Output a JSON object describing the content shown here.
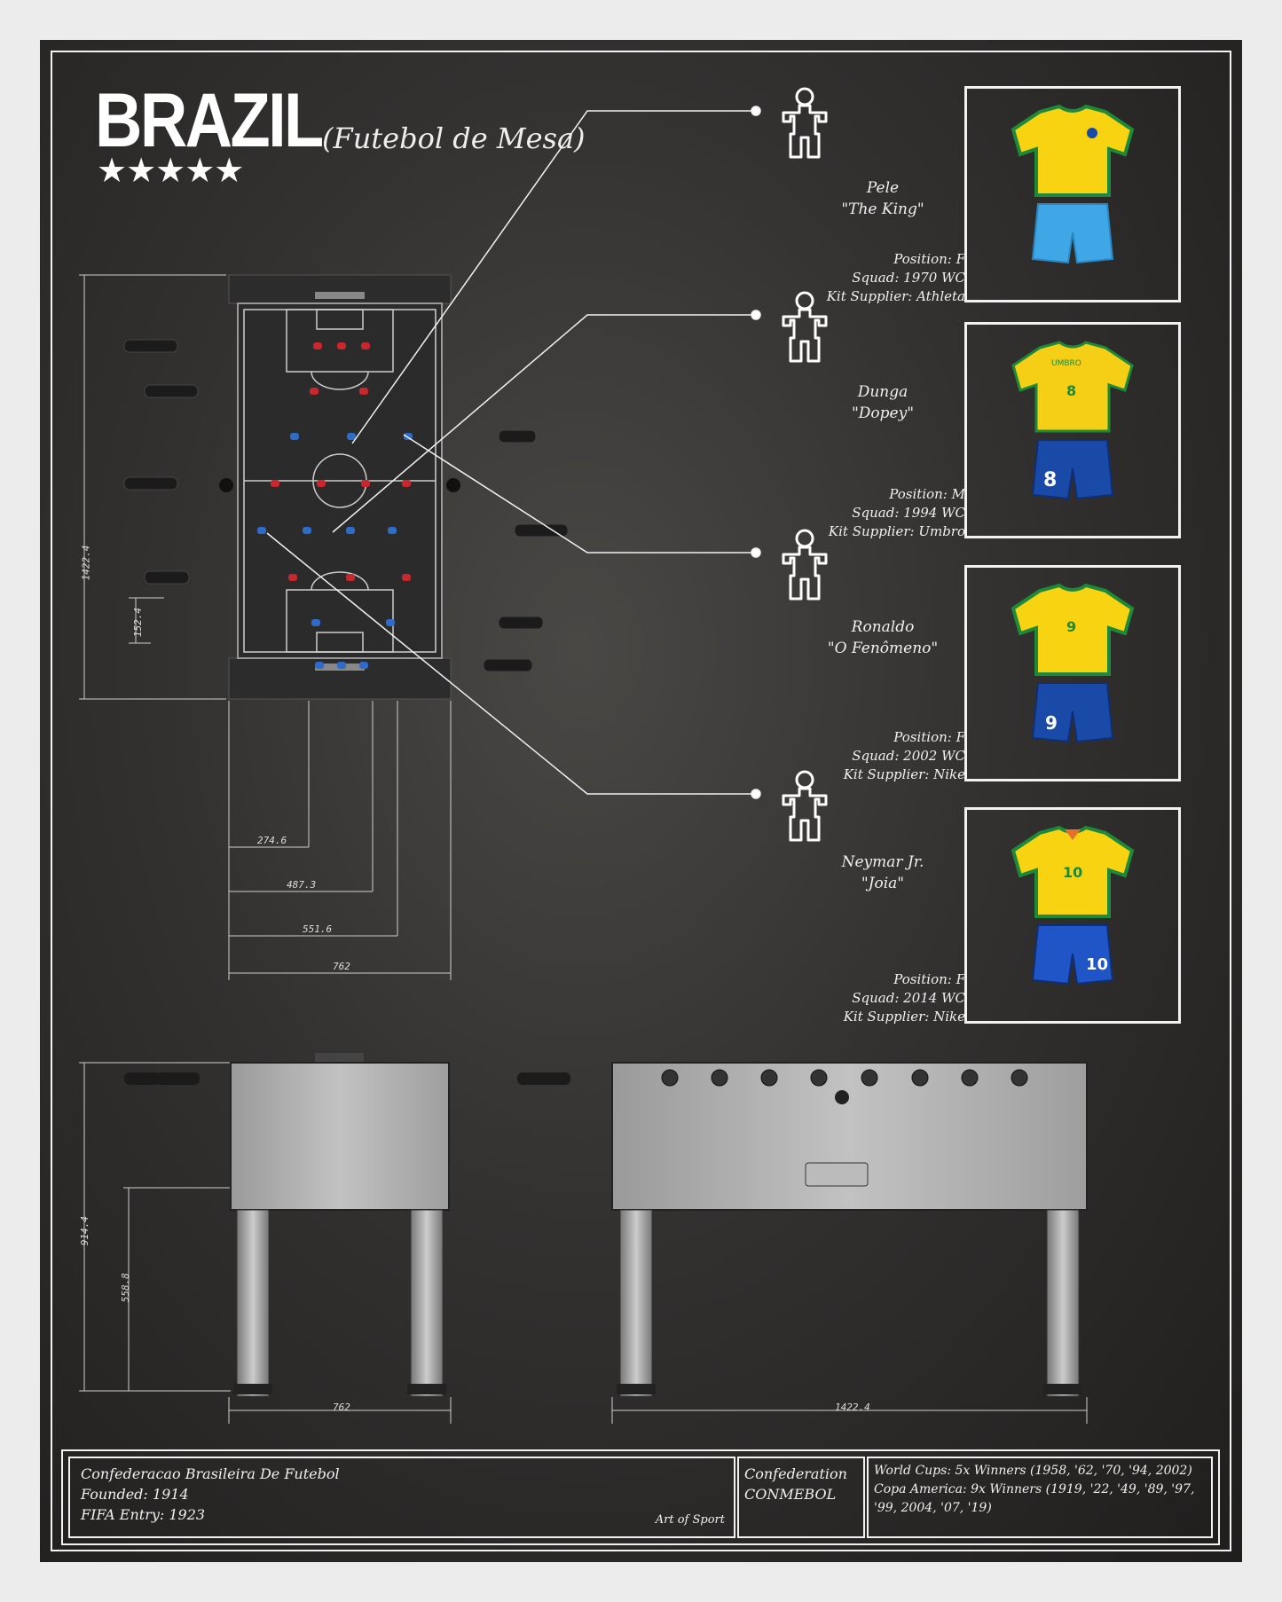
{
  "header": {
    "title": "BRAZIL",
    "subtitle": "(Futebol de Mesa)",
    "stars": "★★★★★"
  },
  "players": [
    {
      "name": "Pele",
      "nickname": "\"The King\"",
      "position": "Position: F",
      "squad": "Squad: 1970 WC",
      "kit": "Kit Supplier: Athleta",
      "number": ""
    },
    {
      "name": "Dunga",
      "nickname": "\"Dopey\"",
      "position": "Position: M",
      "squad": "Squad: 1994 WC",
      "kit": "Kit Supplier: Umbro",
      "number": "8",
      "brand": "UMBRO"
    },
    {
      "name": "Ronaldo",
      "nickname": "\"O Fenômeno\"",
      "position": "Position: F",
      "squad": "Squad: 2002 WC",
      "kit": "Kit Supplier: Nike",
      "number": "9"
    },
    {
      "name": "Neymar Jr.",
      "nickname": "\"Joia\"",
      "position": "Position: F",
      "squad": "Squad: 2014 WC",
      "kit": "Kit Supplier: Nike",
      "number": "10"
    }
  ],
  "dimensions": {
    "table_length": "1422.4",
    "rod_spacing": "152.4",
    "w1": "274.6",
    "w2": "487.3",
    "w3": "551.6",
    "w4": "762",
    "height": "914.4",
    "leg_height": "558.8",
    "side_width": "762",
    "side_length": "1422.4"
  },
  "footer": {
    "org": "Confederacao Brasileira De Futebol",
    "founded": "Founded: 1914",
    "fifa": "FIFA Entry: 1923",
    "credit": "Art of Sport",
    "conf_label": "Confederation",
    "conf_value": "CONMEBOL",
    "honours": "World Cups: 5x Winners (1958, '62, '70, '94, 2002)  Copa America: 9x Winners (1919, '22, '49, '89, '97, '99, 2004, '07, '19)"
  },
  "colors": {
    "yellow": "#f7d312",
    "green": "#1d8a3a",
    "blue": "#1a4aa8",
    "sky": "#3fa7e6",
    "chalk": "#f2f2f2"
  }
}
